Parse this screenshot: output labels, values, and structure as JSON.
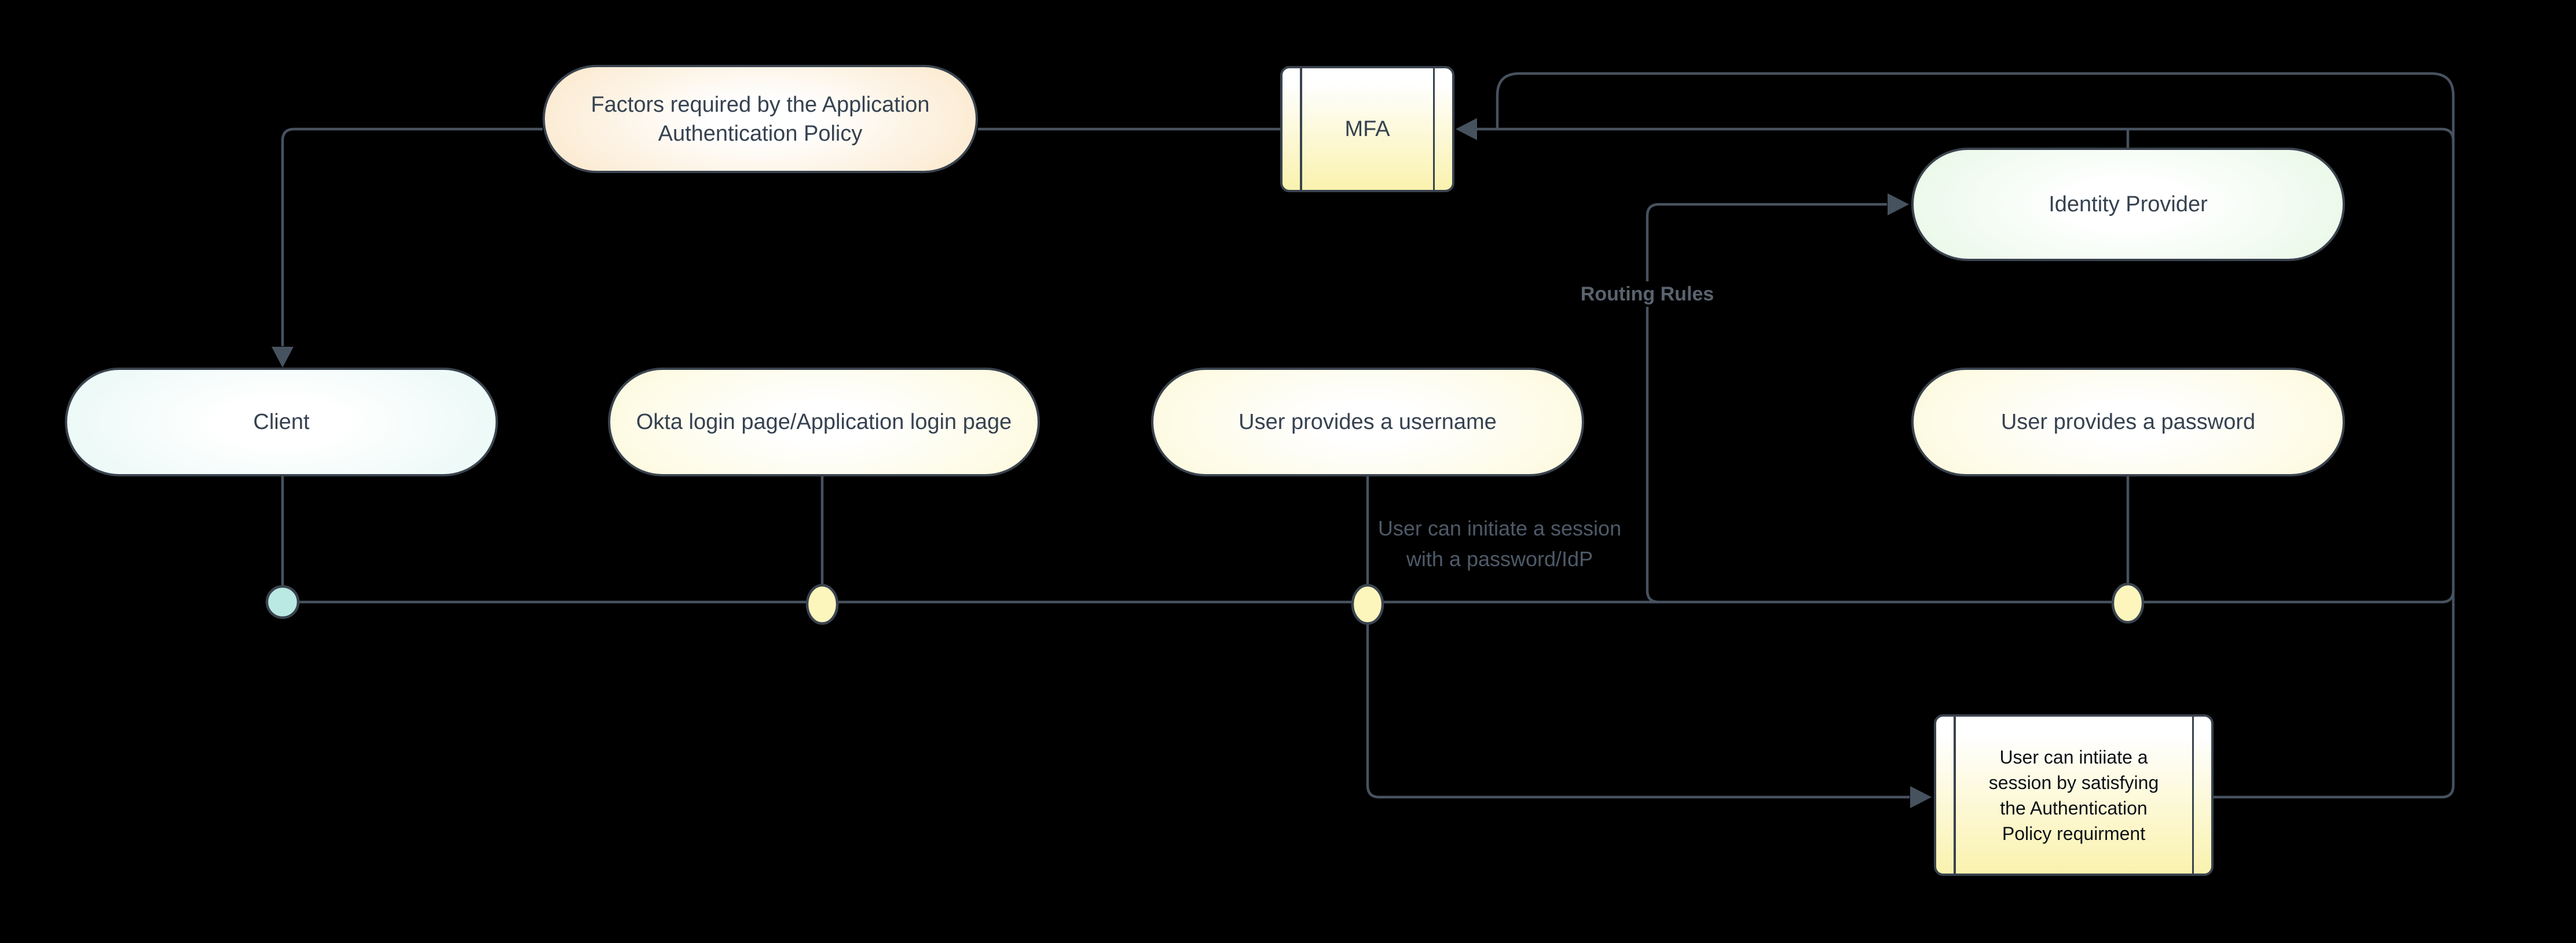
{
  "diagram": {
    "type": "flowchart",
    "nodes": {
      "factors": {
        "label": "Factors required by the Application Authentication Policy",
        "shape": "stadium",
        "fill": "orange"
      },
      "mfa": {
        "label": "MFA",
        "shape": "subroutine",
        "fill": "yellow"
      },
      "identity_provider": {
        "label": "Identity Provider",
        "shape": "stadium",
        "fill": "green"
      },
      "client": {
        "label": "Client",
        "shape": "stadium",
        "fill": "cyan"
      },
      "okta_login": {
        "label": "Okta login page/Application login page",
        "shape": "stadium",
        "fill": "yellow"
      },
      "username": {
        "label": "User provides a username",
        "shape": "stadium",
        "fill": "yellow"
      },
      "password": {
        "label": "User provides a password",
        "shape": "stadium",
        "fill": "yellow"
      },
      "session": {
        "label": "User can intiiate a session by satisfying the Authentication Policy requirment",
        "shape": "subroutine",
        "fill": "yellow"
      }
    },
    "edge_labels": {
      "routing_rules": "Routing Rules",
      "initiate_session": "User can initiate a session with a password/IdP"
    },
    "colors": {
      "background": "#000000",
      "edge_line": "#47525f",
      "node_border": "#3a434e",
      "node_text": "#364250",
      "session_text": "#0d1116",
      "label_text": "#4e5a68",
      "routing_text": "#5a636e",
      "orange": "#f6c987",
      "yellow": "#faf2ae",
      "green": "#c6eec3",
      "cyan": "#c9efe9",
      "dot_yellow": "#fcf6bd",
      "dot_cyan": "#bae9e3",
      "white_center": "#ffffff"
    }
  }
}
